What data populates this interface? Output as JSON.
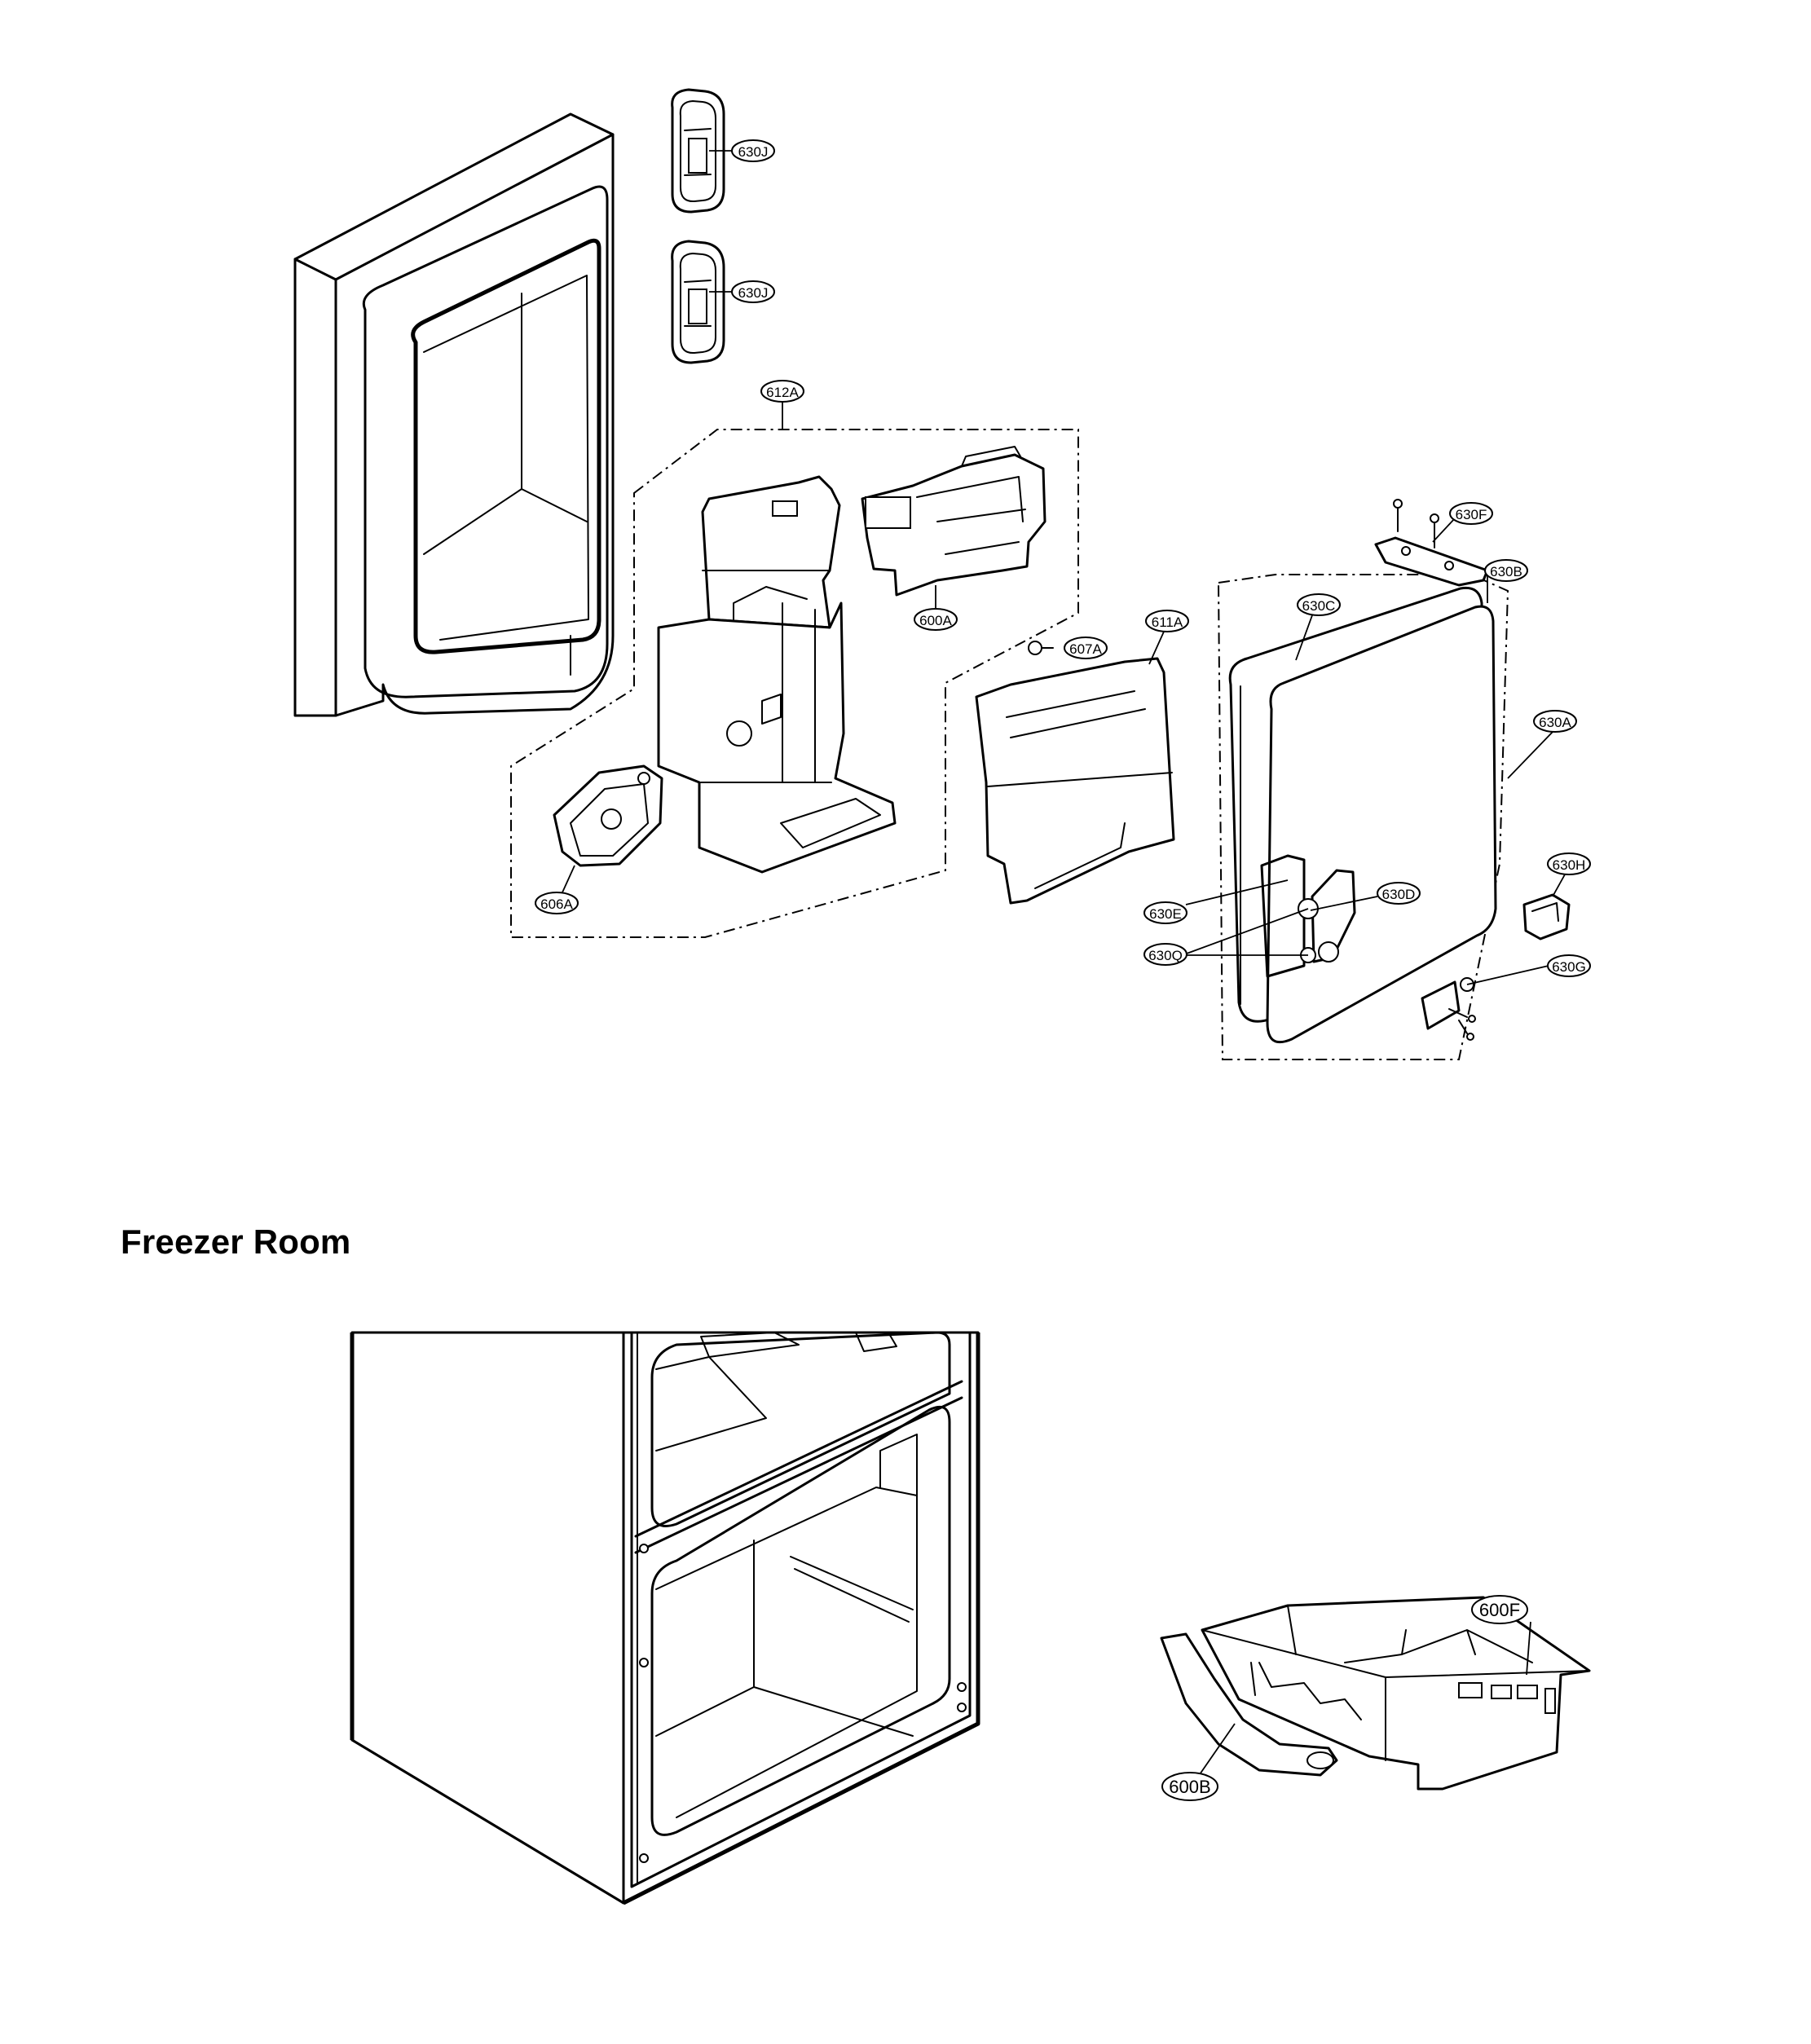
{
  "section_title": "Freezer Room",
  "callouts": {
    "c630J_top": "630J",
    "c630J_bottom": "630J",
    "c612A": "612A",
    "c600A": "600A",
    "c607A": "607A",
    "c611A": "611A",
    "c606A": "606A",
    "c630F": "630F",
    "c630B": "630B",
    "c630C": "630C",
    "c630A": "630A",
    "c630H": "630H",
    "c630E": "630E",
    "c630D": "630D",
    "c630Q": "630Q",
    "c630G": "630G",
    "c600F": "600F",
    "c600B": "600B"
  }
}
